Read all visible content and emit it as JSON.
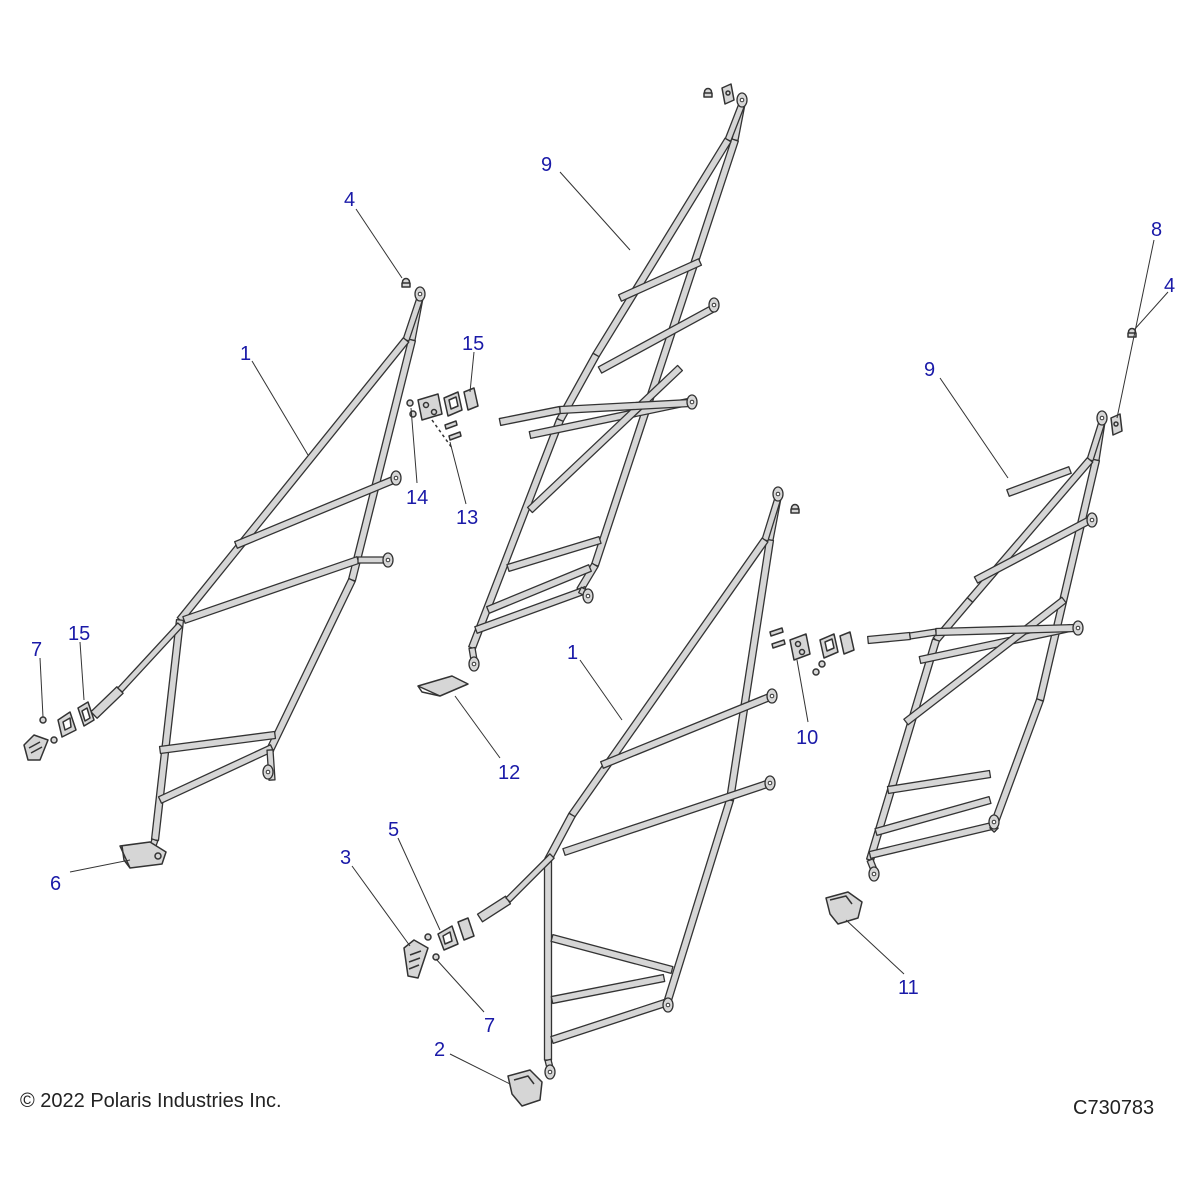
{
  "diagram": {
    "copyright": "© 2022 Polaris Industries Inc.",
    "figure_code": "C730783",
    "callout_color": "#1a1aa8",
    "line_color": "#333333",
    "part_fill": "#d6d6d6",
    "callouts": [
      {
        "id": "c1a",
        "label": "1"
      },
      {
        "id": "c1b",
        "label": "1"
      },
      {
        "id": "c2",
        "label": "2"
      },
      {
        "id": "c3",
        "label": "3"
      },
      {
        "id": "c4a",
        "label": "4"
      },
      {
        "id": "c4b",
        "label": "4"
      },
      {
        "id": "c5",
        "label": "5"
      },
      {
        "id": "c6",
        "label": "6"
      },
      {
        "id": "c7a",
        "label": "7"
      },
      {
        "id": "c7b",
        "label": "7"
      },
      {
        "id": "c8",
        "label": "8"
      },
      {
        "id": "c9a",
        "label": "9"
      },
      {
        "id": "c9b",
        "label": "9"
      },
      {
        "id": "c10",
        "label": "10"
      },
      {
        "id": "c11",
        "label": "11"
      },
      {
        "id": "c12",
        "label": "12"
      },
      {
        "id": "c13",
        "label": "13"
      },
      {
        "id": "c14",
        "label": "14"
      },
      {
        "id": "c15a",
        "label": "15"
      },
      {
        "id": "c15b",
        "label": "15"
      }
    ]
  }
}
